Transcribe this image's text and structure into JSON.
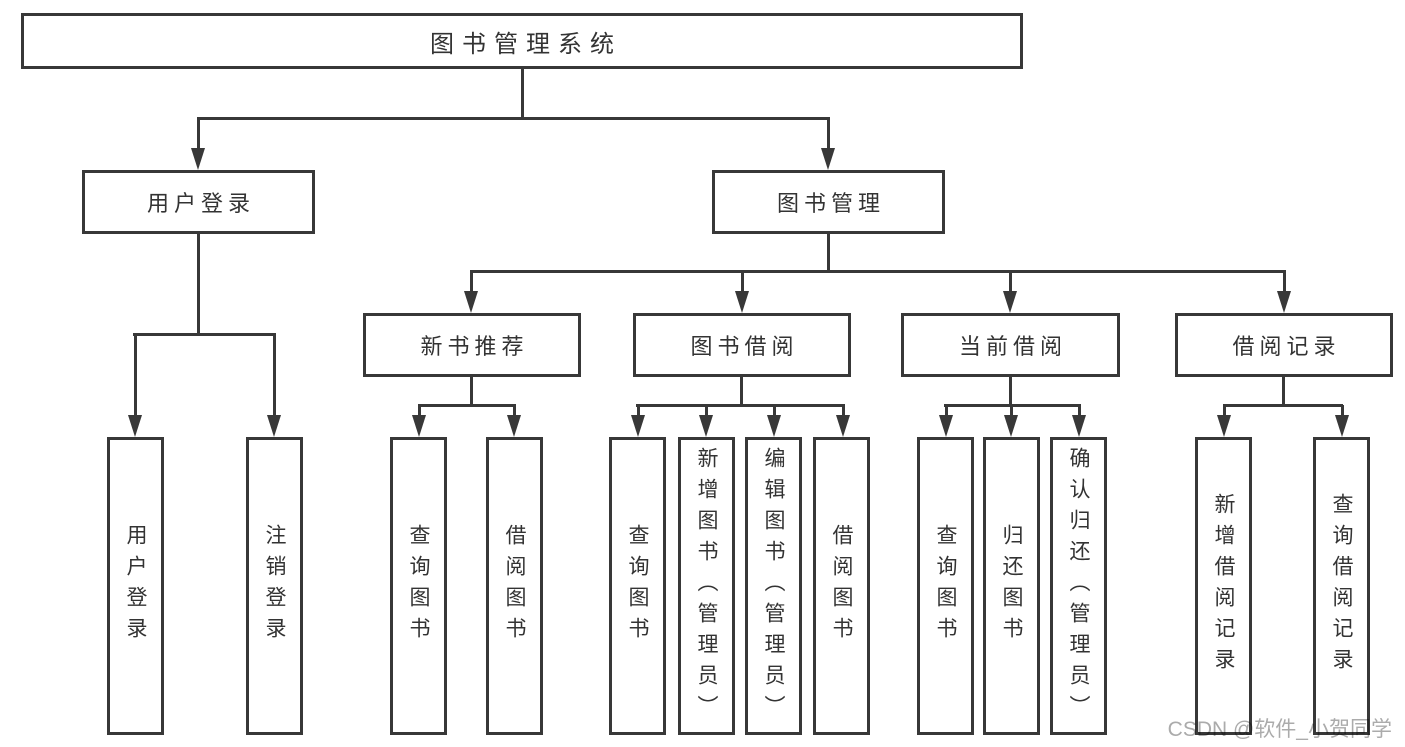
{
  "diagram_title": "图书管理系统",
  "tree": {
    "root": "图书管理系统",
    "children": [
      {
        "label": "用户登录",
        "children": [
          "用户登录",
          "注销登录"
        ]
      },
      {
        "label": "图书管理",
        "children": [
          {
            "label": "新书推荐",
            "children": [
              "查询图书",
              "借阅图书"
            ]
          },
          {
            "label": "图书借阅",
            "children": [
              "查询图书",
              "新增图书（管理员）",
              "编辑图书（管理员）",
              "借阅图书"
            ]
          },
          {
            "label": "当前借阅",
            "children": [
              "查询图书",
              "归还图书",
              "确认归还（管理员）"
            ]
          },
          {
            "label": "借阅记录",
            "children": [
              "新增借阅记录",
              "查询借阅记录"
            ]
          }
        ]
      }
    ]
  },
  "watermark": {
    "text": "CSDN @软件_小贺同学",
    "color": "#ababab"
  },
  "colors": {
    "line": "#383838",
    "border": "#383838",
    "text": "#333333",
    "background": "#ffffff"
  }
}
